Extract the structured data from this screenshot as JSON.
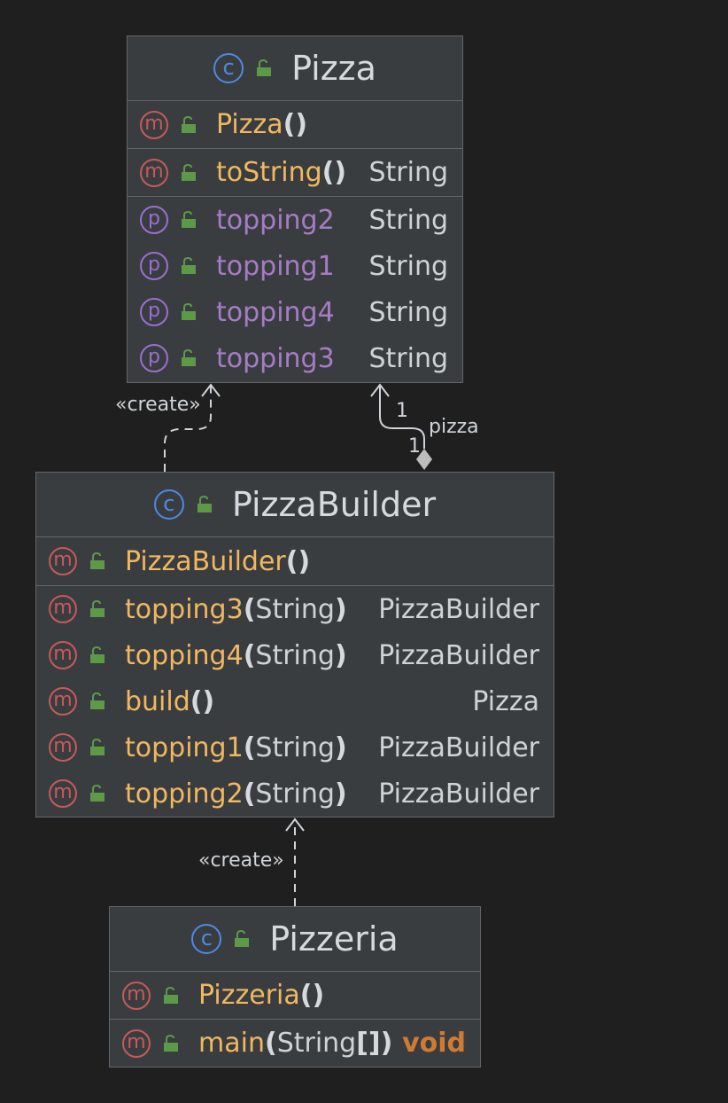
{
  "classes": {
    "pizza": {
      "name": "Pizza",
      "constructor": "Pizza",
      "methods": [
        {
          "name": "toString",
          "return": "String"
        }
      ],
      "properties": [
        {
          "name": "topping2",
          "type": "String"
        },
        {
          "name": "topping1",
          "type": "String"
        },
        {
          "name": "topping4",
          "type": "String"
        },
        {
          "name": "topping3",
          "type": "String"
        }
      ]
    },
    "builder": {
      "name": "PizzaBuilder",
      "constructor": "PizzaBuilder",
      "methods": [
        {
          "name": "topping3",
          "param": "String",
          "return": "PizzaBuilder"
        },
        {
          "name": "topping4",
          "param": "String",
          "return": "PizzaBuilder"
        },
        {
          "name": "build",
          "param": "",
          "return": "Pizza"
        },
        {
          "name": "topping1",
          "param": "String",
          "return": "PizzaBuilder"
        },
        {
          "name": "topping2",
          "param": "String",
          "return": "PizzaBuilder"
        }
      ]
    },
    "pizzeria": {
      "name": "Pizzeria",
      "constructor": "Pizzeria",
      "methods": [
        {
          "name": "main",
          "param": "String",
          "array": "[]",
          "return": "void"
        }
      ]
    }
  },
  "glyphs": {
    "class": "c",
    "method": "m",
    "property": "p",
    "open_paren": "(",
    "close_paren": ")"
  },
  "edges": {
    "create_label": "«create»",
    "pizza_role": "pizza",
    "mult_target": "1",
    "mult_source": "1"
  },
  "colors": {
    "background": "#1f1f1f",
    "box": "#3a3d40",
    "border": "#62666b",
    "method_name": "#f0b860",
    "property_name": "#a57dc6",
    "class_icon": "#4d8ae3",
    "method_icon": "#c65a5a",
    "property_icon": "#9a6fd0",
    "lock_icon": "#5c9a48",
    "void_keyword": "#cf7b32"
  }
}
